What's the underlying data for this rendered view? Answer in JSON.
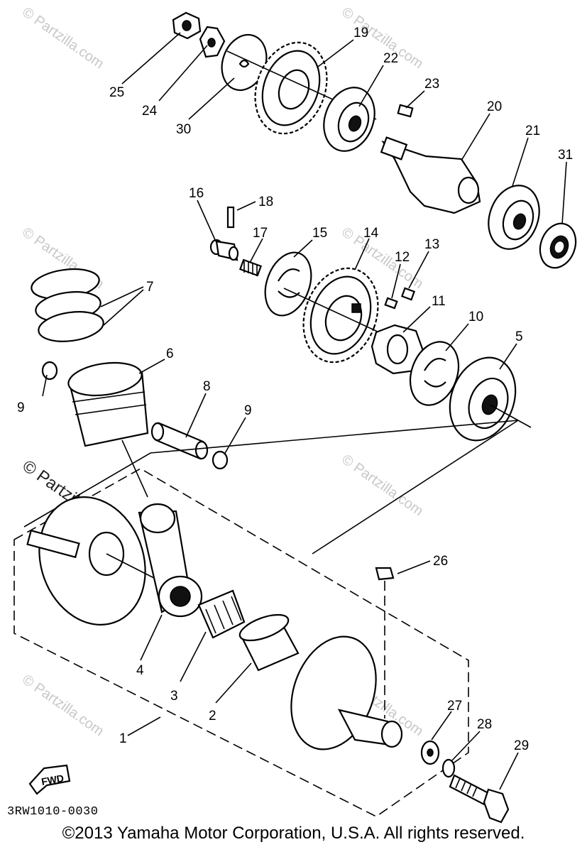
{
  "diagram": {
    "part_numbers": [
      "1",
      "2",
      "3",
      "4",
      "5",
      "6",
      "7",
      "8",
      "9",
      "9",
      "10",
      "11",
      "12",
      "13",
      "14",
      "15",
      "16",
      "17",
      "18",
      "19",
      "20",
      "21",
      "22",
      "23",
      "24",
      "25",
      "26",
      "27",
      "28",
      "29",
      "30",
      "31"
    ],
    "watermark": "© Partzilla.com",
    "fwd_label": "FWD",
    "diagram_code": "3RW1010-0030",
    "copyright": "©2013 Yamaha Motor Corporation, U.S.A. All rights reserved."
  }
}
